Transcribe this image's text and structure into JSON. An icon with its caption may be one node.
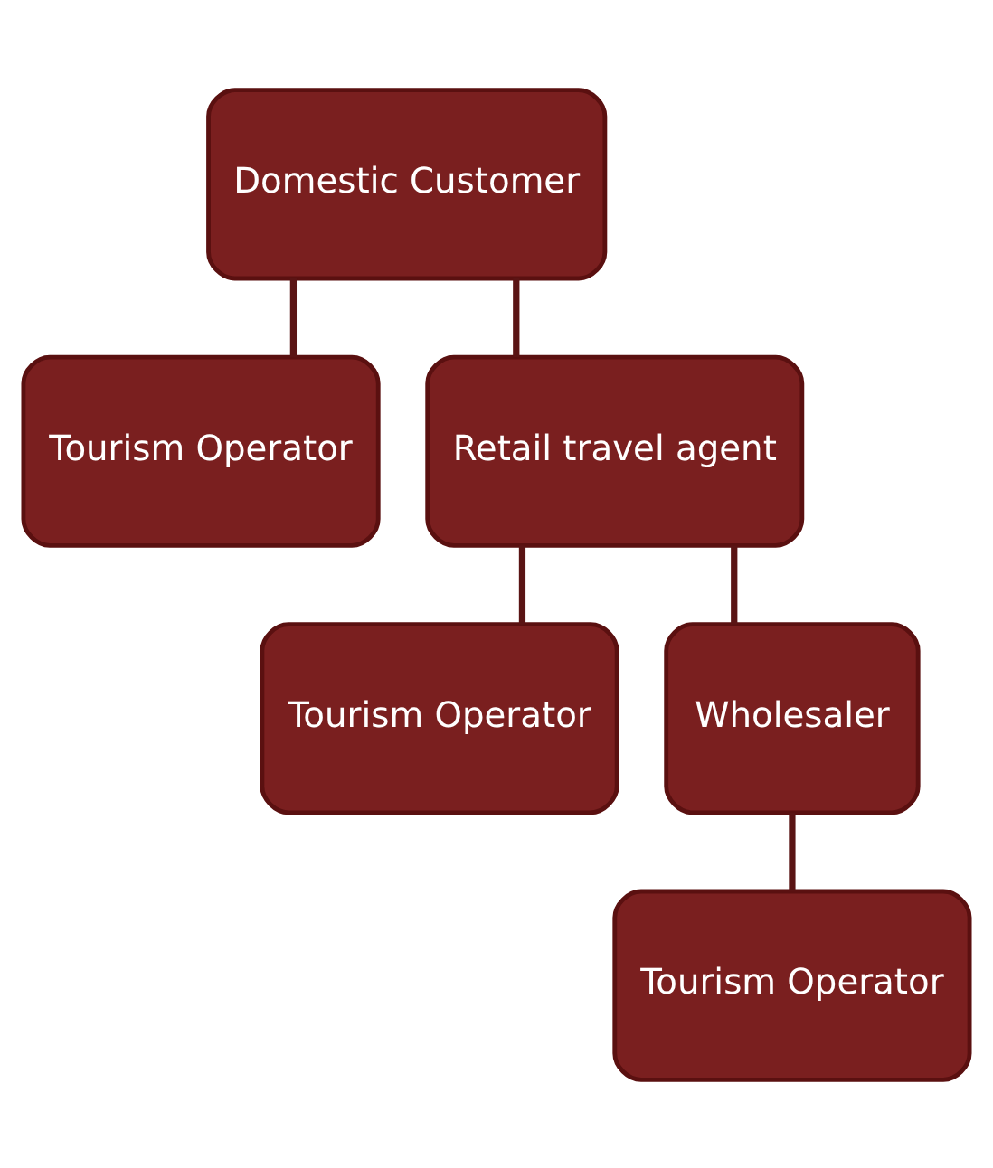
{
  "diagram": {
    "nodes": [
      {
        "text": [
          "Domestic Customer"
        ]
      },
      {
        "text": [
          "Tourism Operator"
        ]
      },
      {
        "text": [
          "Retail travel agent"
        ]
      },
      {
        "text": [
          "Tourism Operator"
        ]
      },
      {
        "text": [
          "Wholesaler"
        ]
      },
      {
        "text": [
          "Tourism Operator"
        ]
      }
    ],
    "edges": [
      {
        "from": 0,
        "to": 1,
        "arrow": "none"
      },
      {
        "from": 0,
        "to": 2,
        "arrow": "none"
      },
      {
        "from": 2,
        "to": 3,
        "arrow": "none"
      },
      {
        "from": 2,
        "to": 4,
        "arrow": "none"
      },
      {
        "from": 4,
        "to": 5,
        "arrow": "none"
      }
    ]
  }
}
